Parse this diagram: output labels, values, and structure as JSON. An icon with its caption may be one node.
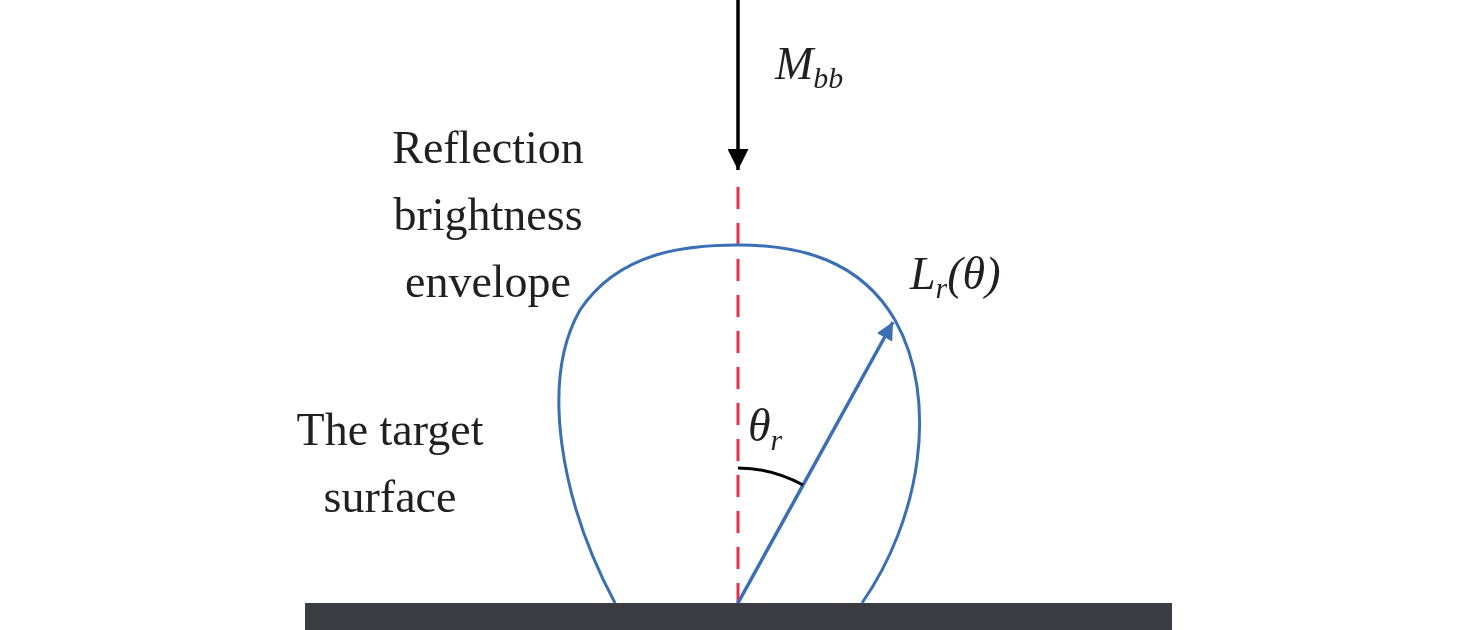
{
  "diagram": {
    "labels": [
      "M$_{bb}$",
      "Reflection brightness envelope",
      "L$_{r}$(θ)",
      "θ$_{r}$",
      "The target surface"
    ]
  }
}
